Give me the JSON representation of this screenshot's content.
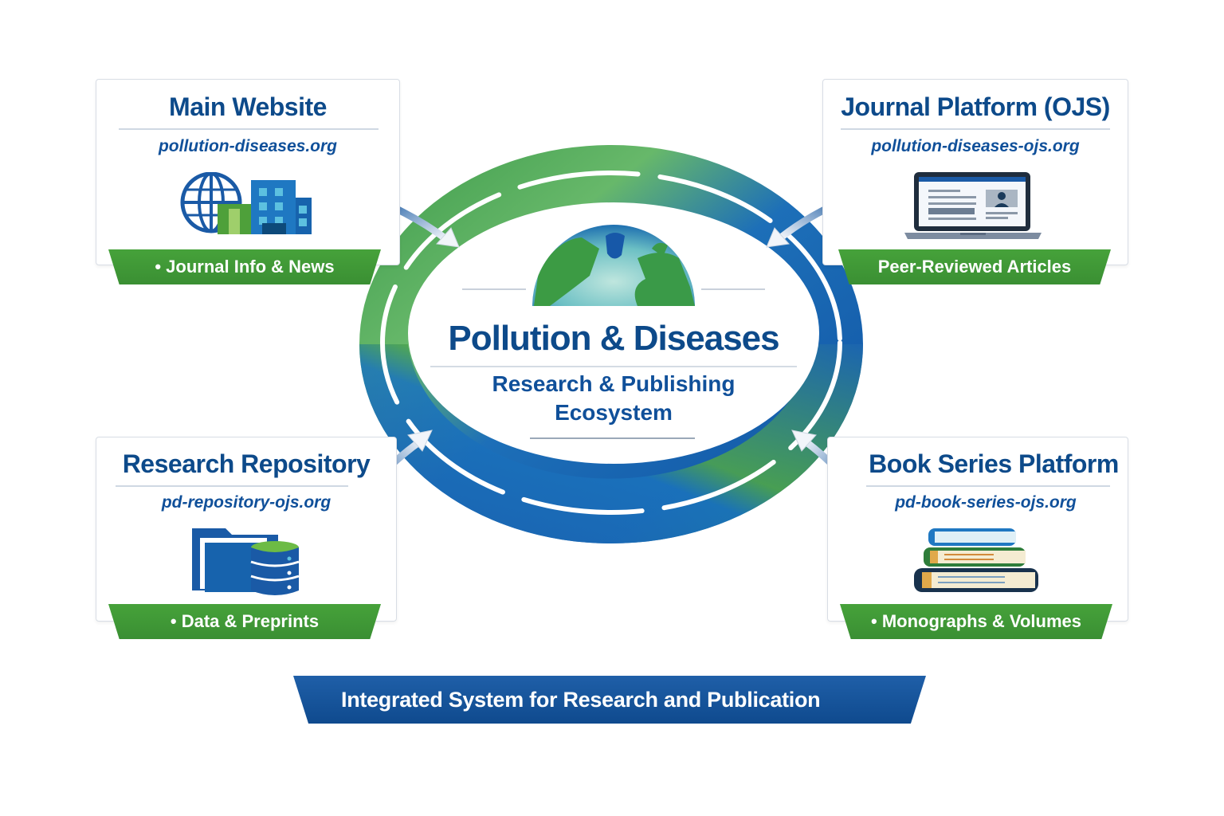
{
  "center": {
    "title": "Pollution & Diseases",
    "subtitle_line1": "Research & Publishing",
    "subtitle_line2": "Ecosystem",
    "icon": "globe-icon"
  },
  "nodes": [
    {
      "id": "main-website",
      "title": "Main Website",
      "url": "pollution-diseases.org",
      "icon": "globe-buildings-icon",
      "ribbon": "• Journal Info & News"
    },
    {
      "id": "journal-platform",
      "title": "Journal Platform (OJS)",
      "url": "pollution-diseases-ojs.org",
      "icon": "laptop-article-icon",
      "ribbon": "Peer-Reviewed Articles"
    },
    {
      "id": "research-repository",
      "title": "Research Repository",
      "url": "pd-repository-ojs.org",
      "icon": "folder-database-icon",
      "ribbon": "• Data & Preprints"
    },
    {
      "id": "book-series-platform",
      "title": "Book Series Platform",
      "url": "pd-book-series-ojs.org",
      "icon": "book-stack-icon",
      "ribbon": "• Monographs & Volumes"
    }
  ],
  "connections": [
    {
      "from": "center",
      "to": "main-website",
      "type": "bidirectional"
    },
    {
      "from": "center",
      "to": "journal-platform",
      "type": "bidirectional"
    },
    {
      "from": "center",
      "to": "research-repository",
      "type": "bidirectional"
    },
    {
      "from": "center",
      "to": "book-series-platform",
      "type": "bidirectional"
    }
  ],
  "footer": {
    "banner": "Integrated System for Research and Publication"
  },
  "colors": {
    "primary_blue": "#0d4a8a",
    "accent_green": "#3f9a36",
    "ring_blue": "#1565b5",
    "ring_green": "#3b9a45"
  }
}
